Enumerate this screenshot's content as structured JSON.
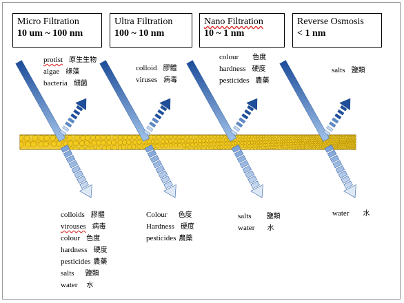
{
  "boxes": [
    {
      "title": "Micro Filtration",
      "range": "10 um ~ 100 nm"
    },
    {
      "title": "Ultra Filtration",
      "range": "100 ~ 10 nm"
    },
    {
      "title": "Nano Filtration",
      "range": "10 ~ 1 nm"
    },
    {
      "title": "Reverse Osmosis",
      "range": "< 1 nm"
    }
  ],
  "rejected": [
    [
      {
        "en": "protist",
        "zh": "原生生物"
      },
      {
        "en": "algae",
        "zh": "綠藻"
      },
      {
        "en": "bacteria",
        "zh": "細菌"
      }
    ],
    [
      {
        "en": "colloid",
        "zh": "膠體"
      },
      {
        "en": "viruses",
        "zh": "病毒"
      }
    ],
    [
      {
        "en": "colour",
        "zh": "色度"
      },
      {
        "en": "hardness",
        "zh": "硬度"
      },
      {
        "en": "pesticides",
        "zh": "農藥"
      }
    ],
    [
      {
        "en": "salts",
        "zh": "鹽類"
      }
    ]
  ],
  "passed": [
    [
      {
        "en": "colloids",
        "zh": "膠體"
      },
      {
        "en": "virouses",
        "zh": "病毒"
      },
      {
        "en": "colour",
        "zh": "色度"
      },
      {
        "en": "hardness",
        "zh": "硬度"
      },
      {
        "en": "pesticides",
        "zh": "農藥"
      },
      {
        "en": "salts",
        "zh": "鹽類"
      },
      {
        "en": "water",
        "zh": "水"
      }
    ],
    [
      {
        "en": "Colour",
        "zh": "色度"
      },
      {
        "en": "Hardness",
        "zh": "硬度"
      },
      {
        "en": "pesticides",
        "zh": "農藥"
      }
    ],
    [
      {
        "en": "salts",
        "zh": "鹽類"
      },
      {
        "en": "water",
        "zh": "水"
      }
    ],
    [
      {
        "en": "water",
        "zh": "水"
      }
    ]
  ],
  "colors": {
    "membrane": "#f2cb1e",
    "membrane_border": "#8a6c00",
    "arrow_dark": "#1f4e9a",
    "arrow_light": "#c3d7ef"
  }
}
